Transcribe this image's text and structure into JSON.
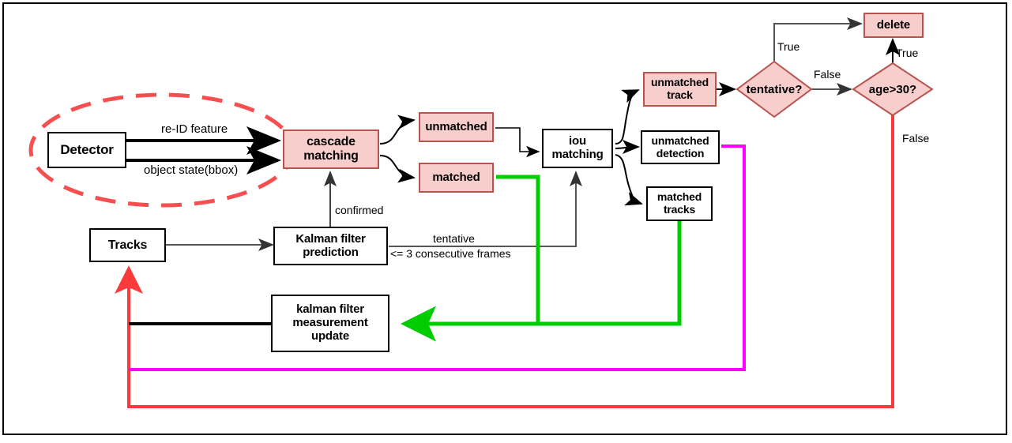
{
  "diagram": {
    "title": "DeepSORT tracking pipeline flowchart",
    "colors": {
      "pink_fill": "#f8cecc",
      "pink_stroke": "#b85450",
      "plain_fill": "#ffffff",
      "plain_stroke": "#000000",
      "green_flow": "#00cc00",
      "magenta_flow": "#ff00ff",
      "red_flow": "#fb3b3b",
      "ellipse_highlight": "#f74f4f",
      "arrow_gray": "#555555",
      "text": "#000000"
    },
    "nodes": [
      {
        "id": "detector",
        "label": "Detector",
        "style": "plain"
      },
      {
        "id": "cascade-matching",
        "label": "cascade\nmatching",
        "style": "pink"
      },
      {
        "id": "unmatched",
        "label": "unmatched",
        "style": "pink"
      },
      {
        "id": "matched",
        "label": "matched",
        "style": "pink"
      },
      {
        "id": "iou-matching",
        "label": "iou\nmatching",
        "style": "plain"
      },
      {
        "id": "unmatched-track",
        "label": "unmatched\ntrack",
        "style": "pink"
      },
      {
        "id": "unmatched-detection",
        "label": "unmatched\ndetection",
        "style": "plain"
      },
      {
        "id": "matched-tracks",
        "label": "matched\ntracks",
        "style": "plain"
      },
      {
        "id": "tentative-decision",
        "label": "tentative?",
        "style": "diamond-pink"
      },
      {
        "id": "age-decision",
        "label": "age>30?",
        "style": "diamond-pink"
      },
      {
        "id": "delete",
        "label": "delete",
        "style": "pink"
      },
      {
        "id": "tracks",
        "label": "Tracks",
        "style": "plain"
      },
      {
        "id": "kalman-prediction",
        "label": "Kalman filter\nprediction",
        "style": "plain"
      },
      {
        "id": "kalman-update",
        "label": "kalman filter\nmeasurement\nupdate",
        "style": "plain"
      }
    ],
    "node_text": {
      "detector": "Detector",
      "cascade_line1": "cascade",
      "cascade_line2": "matching",
      "unmatched": "unmatched",
      "matched": "matched",
      "iou_line1": "iou",
      "iou_line2": "matching",
      "unmatched_track_line1": "unmatched",
      "unmatched_track_line2": "track",
      "unmatched_detection_line1": "unmatched",
      "unmatched_detection_line2": "detection",
      "matched_tracks_line1": "matched",
      "matched_tracks_line2": "tracks",
      "tentative_decision": "tentative?",
      "age_decision": "age>30?",
      "delete": "delete",
      "tracks": "Tracks",
      "kalman_prediction_line1": "Kalman filter",
      "kalman_prediction_line2": "prediction",
      "kalman_update_line1": "kalman filter",
      "kalman_update_line2": "measurement",
      "kalman_update_line3": "update"
    },
    "edge_labels": {
      "re_id_feature": "re-ID feature",
      "object_state": "object state(bbox)",
      "confirmed": "confirmed",
      "tentative": "tentative",
      "consecutive_frames": "<= 3 consecutive frames",
      "tentative_true": "True",
      "tentative_false": "False",
      "age_true": "True",
      "age_false": "False"
    }
  }
}
